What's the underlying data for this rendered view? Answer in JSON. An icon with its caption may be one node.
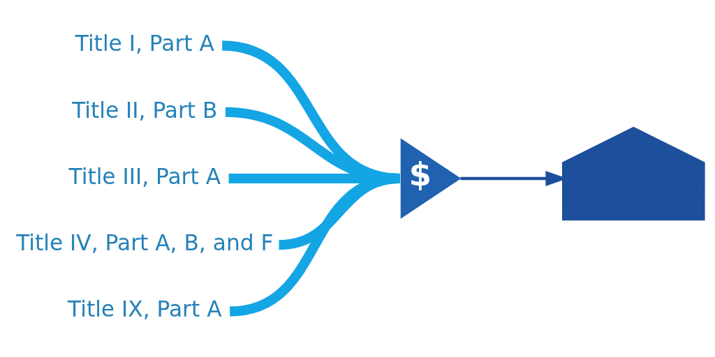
{
  "diagram": {
    "nodes": [
      {
        "text": [
          "Title I, Part A"
        ]
      },
      {
        "text": [
          "Title II, Part B"
        ]
      },
      {
        "text": [
          "Title III, Part A"
        ]
      },
      {
        "text": [
          "Title IV, Part A, B, and F"
        ]
      },
      {
        "text": [
          "Title IX, Part A"
        ]
      },
      {
        "text": [
          "$"
        ]
      },
      {
        "text": [],
        "shape": "picture"
      }
    ],
    "edges": [
      {
        "from": 0,
        "to": 5,
        "arrow": "none"
      },
      {
        "from": 1,
        "to": 5,
        "arrow": "none"
      },
      {
        "from": 2,
        "to": 5,
        "arrow": "none"
      },
      {
        "from": 3,
        "to": 5,
        "arrow": "none"
      },
      {
        "from": 4,
        "to": 5,
        "arrow": "none"
      },
      {
        "from": 5,
        "to": 6,
        "arrow": "to"
      }
    ]
  }
}
